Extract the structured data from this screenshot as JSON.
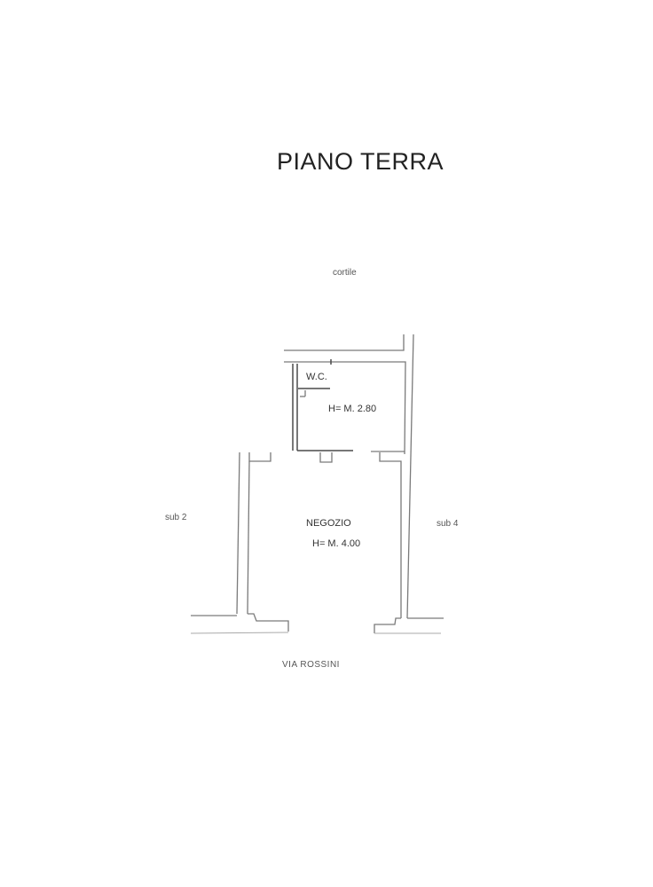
{
  "drawing": {
    "title": "PIANO TERRA",
    "surroundings": {
      "north": "cortile",
      "west": "sub 2",
      "east": "sub 4",
      "south": "VIA ROSSINI"
    },
    "rooms": [
      {
        "name": "W.C.",
        "height_label": "H= M. 2.80"
      },
      {
        "name": "NEGOZIO",
        "height_label": "H= M. 4.00"
      }
    ]
  }
}
